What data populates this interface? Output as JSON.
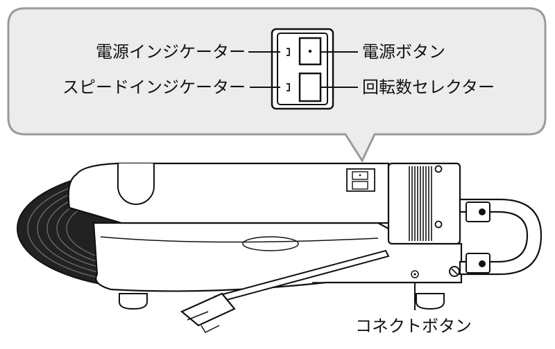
{
  "callout": {
    "power_indicator": "電源インジケーター",
    "speed_indicator": "スピードインジケーター",
    "power_button": "電源ボタン",
    "speed_selector": "回転数セレクター"
  },
  "device": {
    "connect_button": "コネクトボタン"
  }
}
